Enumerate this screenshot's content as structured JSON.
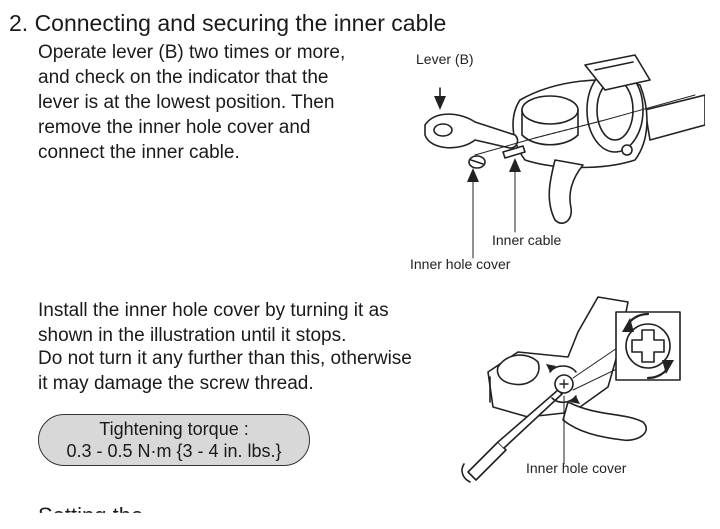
{
  "section": {
    "heading": "2. Connecting and securing the inner cable"
  },
  "step1": {
    "lines": [
      "Operate lever (B) two times or more,",
      "and check on the indicator that the",
      "lever is at the lowest position. Then",
      "remove the inner hole cover and",
      "connect the inner cable."
    ]
  },
  "figure1": {
    "label_lever": "Lever (B)",
    "label_inner_cable": "Inner cable",
    "label_inner_hole_cover": "Inner hole cover"
  },
  "step2": {
    "lines": [
      "Install the inner hole cover by turning it as",
      "shown in the illustration until it stops."
    ],
    "warning_lines": [
      "Do not turn it any further than this, otherwise",
      "it may damage the screw thread."
    ]
  },
  "torque": {
    "title": "Tightening torque :",
    "value": "0.3 - 0.5 N·m {3 - 4 in. lbs.}"
  },
  "figure2": {
    "label_inner_hole_cover": "Inner hole cover"
  },
  "next_section": {
    "heading_partial": "Setting the ..."
  }
}
